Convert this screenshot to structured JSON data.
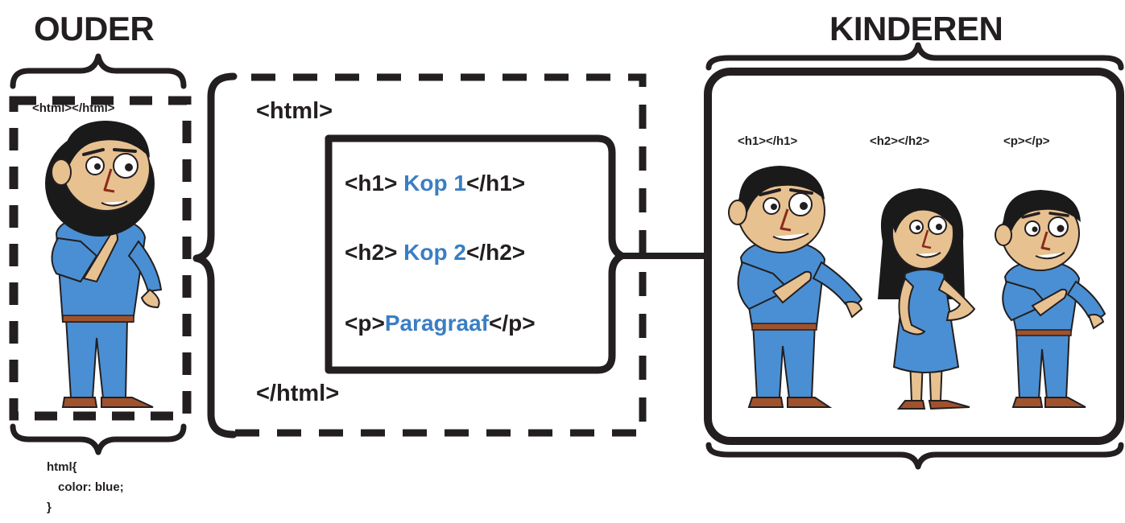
{
  "labels": {
    "parent_title": "OUDER",
    "children_title": "KINDEREN",
    "parent_tag": "<html></html>",
    "child_tags": [
      "<h1></h1>",
      "<h2></h2>",
      "<p></p>"
    ]
  },
  "html_code": {
    "open_tag": "<html>",
    "close_tag": "</html>",
    "lines": [
      {
        "open": "<h1> ",
        "content": "Kop 1",
        "close": "</h1>"
      },
      {
        "open": "<h2> ",
        "content": "Kop 2",
        "close": "</h2>"
      },
      {
        "open": "<p>",
        "content": "Paragraaf",
        "close": "</p>"
      }
    ]
  },
  "css_code": {
    "line1": "html{",
    "line2": "color: blue;",
    "line3": "}"
  },
  "colors": {
    "ink": "#231f20",
    "accent_blue": "#3a7ec3",
    "shirt_blue": "#4a8fd3",
    "skin": "#e8c191",
    "hair": "#1a1a1a",
    "shoe": "#a0522d"
  }
}
